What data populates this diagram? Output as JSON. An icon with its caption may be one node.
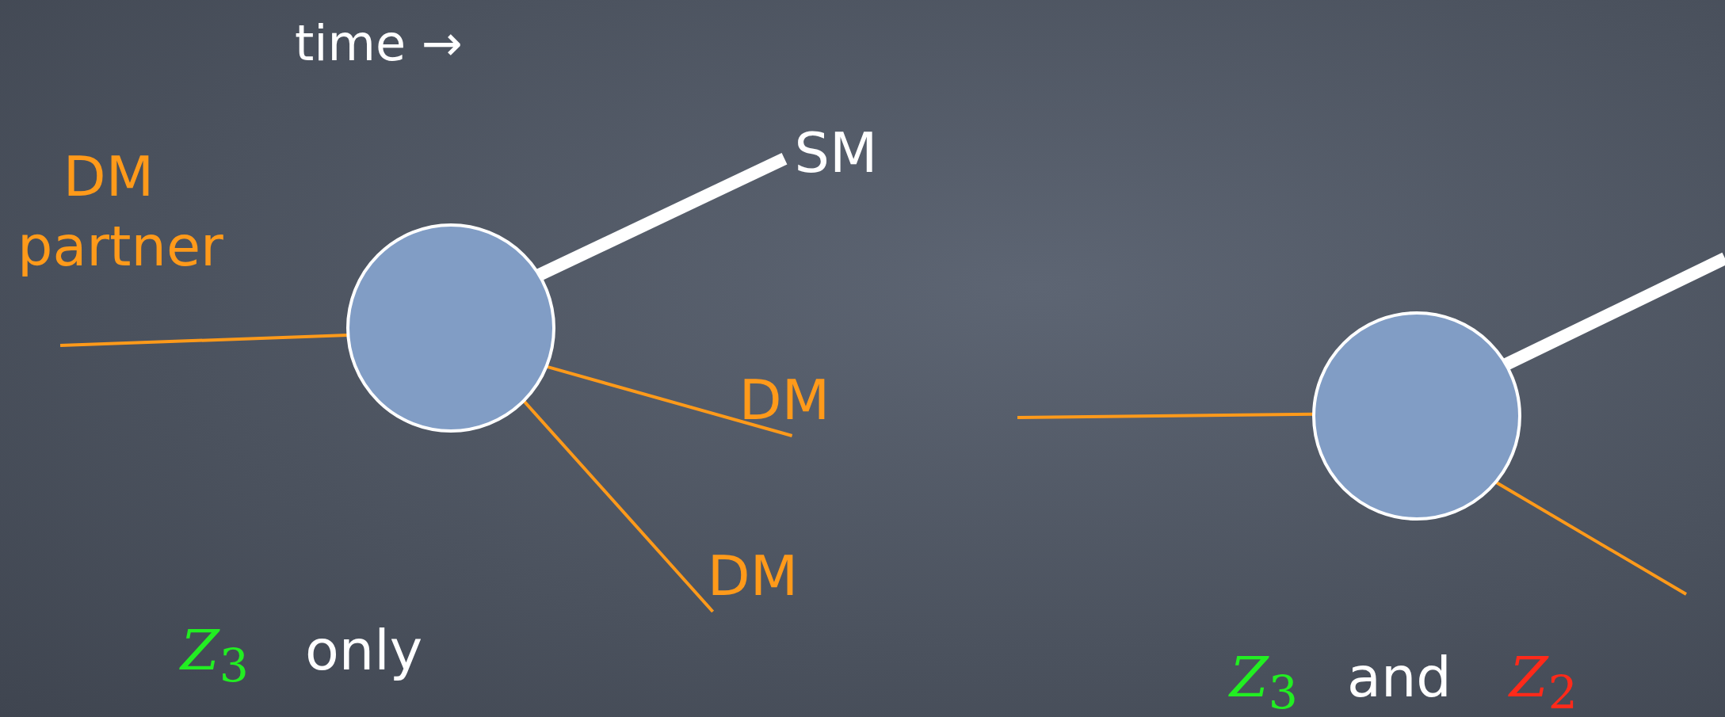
{
  "diagram": {
    "nodes": [
      {
        "text": [
          "DM partner"
        ]
      },
      {
        "text": [],
        "shape": "circle"
      },
      {
        "text": [
          "SM"
        ]
      },
      {
        "text": [
          "DM"
        ]
      },
      {
        "text": [
          "DM"
        ]
      },
      {
        "text": [],
        "shape": "circle"
      }
    ],
    "edges": [
      {
        "from": 0,
        "to": 1,
        "arrow": "none"
      },
      {
        "from": 1,
        "to": 2,
        "arrow": "none",
        "style": "thick",
        "color": "#ffffff"
      },
      {
        "from": 1,
        "to": 3,
        "arrow": "none"
      },
      {
        "from": 1,
        "to": 4,
        "arrow": "none"
      },
      {
        "from": null,
        "to": 5,
        "arrow": "none"
      },
      {
        "from": 5,
        "to": null,
        "arrow": "none",
        "style": "thick",
        "color": "#ffffff"
      },
      {
        "from": 5,
        "to": null,
        "arrow": "none"
      }
    ],
    "labels": [
      "time →",
      "*Z*$_{3}$",
      "only",
      "*Z*$_{3}$",
      "and",
      "*Z*$_{2}$"
    ]
  }
}
